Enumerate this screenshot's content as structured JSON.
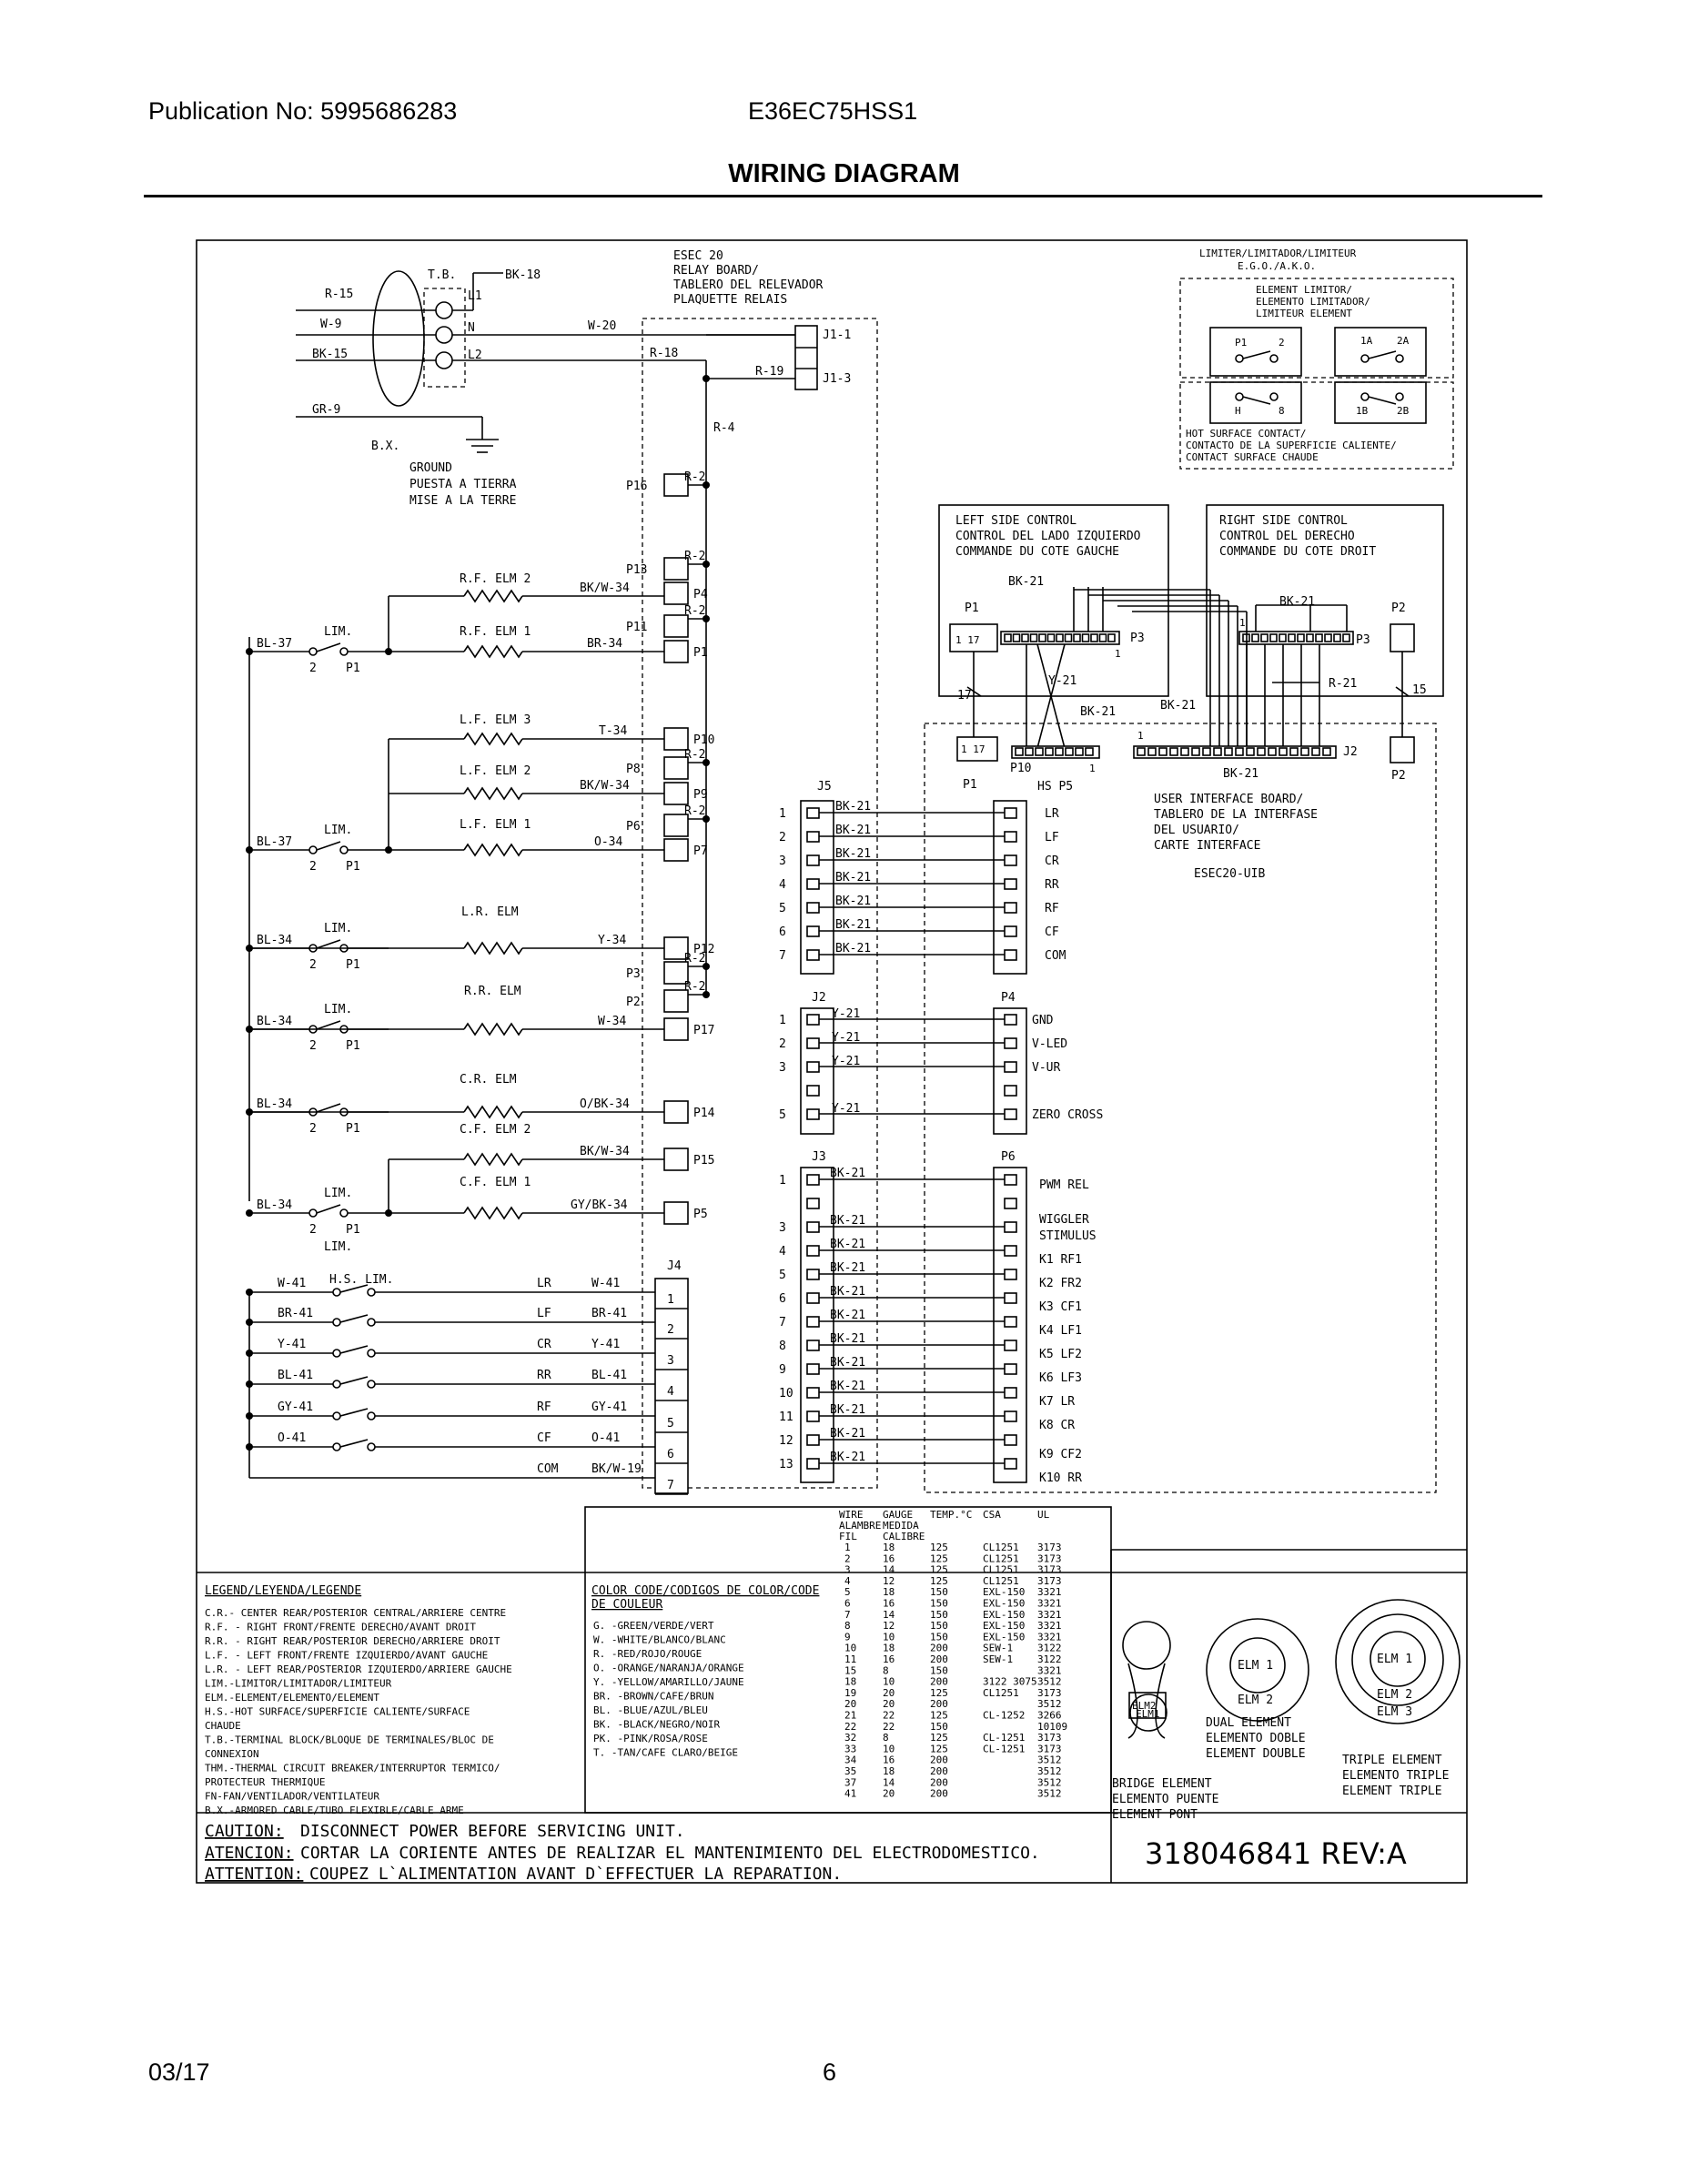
{
  "header": {
    "publication": "Publication No: 5995686283",
    "model": "E36EC75HSS1",
    "title": "WIRING DIAGRAM"
  },
  "footer": {
    "date": "03/17",
    "page": "6"
  },
  "diagram": {
    "top_left": {
      "tb": "T.B.",
      "bk18": "BK-18",
      "l1": "L1",
      "n": "N",
      "l2": "L2",
      "r15": "R-15",
      "w9": "W-9",
      "bk15": "BK-15",
      "gr9": "GR-9",
      "bx": "B.X.",
      "ground": [
        "GROUND",
        "PUESTA A TIERRA",
        "MISE A LA TERRE"
      ],
      "w20": "W-20",
      "r18": "R-18",
      "r19": "R-19",
      "r4": "R-4"
    },
    "relay_board": {
      "title": [
        "ESEC 20",
        "RELAY BOARD/",
        "TABLERO DEL RELEVADOR",
        "PLAQUETTE RELAIS"
      ],
      "j1_1": "J1-1",
      "j1_3": "J1-3",
      "r2": "R-2",
      "pins": [
        "P16",
        "P13",
        "P4",
        "P11",
        "P1",
        "P10",
        "P8",
        "P9",
        "P6",
        "P7",
        "P12",
        "P3",
        "P2",
        "P17",
        "P14",
        "P15",
        "P5"
      ]
    },
    "elements": {
      "rf2": "R.F. ELM 2",
      "rf1": "R.F. ELM 1",
      "lf3": "L.F. ELM 3",
      "lf2": "L.F. ELM 2",
      "lf1": "L.F. ELM 1",
      "lr": "L.R. ELM",
      "rr": "R.R. ELM",
      "cr": "C.R. ELM",
      "cf2": "C.F. ELM 2",
      "cf1": "C.F. ELM 1",
      "wires": [
        "BK/W-34",
        "BR-34",
        "T-34",
        "BK/W-34",
        "O-34",
        "Y-34",
        "W-34",
        "O/BK-34",
        "BK/W-34",
        "GY/BK-34"
      ],
      "bl37": "BL-37",
      "bl34": "BL-34",
      "lim": "LIM.",
      "two": "2",
      "p1": "P1",
      "hslim": "H.S. LIM."
    },
    "hs_limits": {
      "left_wires": [
        "W-41",
        "BR-41",
        "Y-41",
        "BL-41",
        "GY-41",
        "O-41"
      ],
      "mid_labels": [
        "LR",
        "LF",
        "CR",
        "RR",
        "RF",
        "CF",
        "COM"
      ],
      "right_wires": [
        "W-41",
        "BR-41",
        "Y-41",
        "BL-41",
        "GY-41",
        "O-41",
        "BK/W-19"
      ],
      "j4": "J4",
      "j4_pins": [
        "1",
        "2",
        "3",
        "4",
        "5",
        "6",
        "7"
      ]
    },
    "connectors": {
      "j5": "J5",
      "j5_pins": [
        "1",
        "2",
        "3",
        "4",
        "5",
        "6",
        "7"
      ],
      "bk21": "BK-21",
      "hs_p5": "HS P5",
      "p5_labels": [
        "LR",
        "LF",
        "CR",
        "RR",
        "RF",
        "CF",
        "COM"
      ],
      "j2": "J2",
      "j2_pins": [
        "1",
        "2",
        "3",
        "5"
      ],
      "y21": "Y-21",
      "p4": "P4",
      "p4_labels": [
        "GND",
        "V-LED",
        "V-UR",
        "ZERO CROSS"
      ],
      "j3": "J3",
      "j3_pins": [
        "1",
        "3",
        "4",
        "5",
        "6",
        "7",
        "8",
        "9",
        "10",
        "11",
        "12",
        "13"
      ],
      "p6": "P6",
      "p6_labels": [
        "PWM REL",
        "WIGGLER",
        "STIMULUS",
        "K1 RF1",
        "K2 FR2",
        "K3 CF1",
        "K4 LF1",
        "K5 LF2",
        "K6 LF3",
        "K7 LR",
        "K8 CR",
        "K9 CF2",
        "K10 RR"
      ]
    },
    "limiter": {
      "title": [
        "LIMITER/LIMITADOR/LIMITEUR",
        "E.G.O./A.K.O."
      ],
      "element": [
        "ELEMENT LIMITOR/",
        "ELEMENTO LIMITADOR/",
        "LIMITEUR ELEMENT"
      ],
      "pins": [
        "P1",
        "2",
        "1A",
        "2A",
        "H",
        "8",
        "1B",
        "2B"
      ],
      "hot": [
        "HOT SURFACE CONTACT/",
        "CONTACTO DE LA SUPERFICIE CALIENTE/",
        "CONTACT SURFACE CHAUDE"
      ]
    },
    "left_control": {
      "title": [
        "LEFT SIDE CONTROL",
        "CONTROL DEL LADO IZQUIERDO",
        "COMMANDE DU COTE GAUCHE"
      ],
      "bk21": "BK-21",
      "p1": "P1",
      "p1_pins": "1 17",
      "p3": "P3",
      "one": "1"
    },
    "right_control": {
      "title": [
        "RIGHT SIDE CONTROL",
        "CONTROL DEL DERECHO",
        "COMMANDE DU COTE DROIT"
      ],
      "bk21": "BK-21",
      "p2": "P2",
      "p3": "P3",
      "r21": "R-21",
      "fifteen": "15"
    },
    "uib": {
      "title": [
        "USER INTERFACE BOARD/",
        "TABLERO DE LA INTERFASE",
        "DEL USUARIO/",
        "CARTE INTERFACE"
      ],
      "model": "ESEC20-UIB",
      "j2": "J2",
      "p2": "P2",
      "p10": "P10",
      "p1": "P1",
      "bk21": "BK-21",
      "y21": "Y-21",
      "seventeen": "17",
      "pins": "1 17",
      "one": "1"
    },
    "legend": {
      "title": "LEGEND/LEYENDA/LEGENDE",
      "lines": [
        "C.R.- CENTER REAR/POSTERIOR CENTRAL/ARRIERE CENTRE",
        "R.F. - RIGHT FRONT/FRENTE DERECHO/AVANT DROIT",
        "R.R. - RIGHT REAR/POSTERIOR DERECHO/ARRIERE DROIT",
        "L.F. - LEFT FRONT/FRENTE IZQUIERDO/AVANT GAUCHE",
        "L.R. - LEFT REAR/POSTERIOR IZQUIERDO/ARRIERE GAUCHE",
        "LIM.-LIMITOR/LIMITADOR/LIMITEUR",
        "ELM.-ELEMENT/ELEMENTO/ELEMENT",
        "H.S.-HOT SURFACE/SUPERFICIE CALIENTE/SURFACE",
        "     CHAUDE",
        "T.B.-TERMINAL BLOCK/BLOQUE DE TERMINALES/BLOC DE",
        "     CONNEXION",
        "THM.-THERMAL CIRCUIT BREAKER/INTERRUPTOR TERMICO/",
        "     PROTECTEUR THERMIQUE",
        "FN-FAN/VENTILADOR/VENTILATEUR",
        "B.X.-ARMORED CABLE/TUBO FLEXIBLE/CABLE ARME"
      ]
    },
    "color_code": {
      "title": [
        "COLOR CODE/CODIGOS DE COLOR/CODE",
        "DE COULEUR"
      ],
      "lines": [
        "G. -GREEN/VERDE/VERT",
        "W. -WHITE/BLANCO/BLANC",
        "R. -RED/ROJO/ROUGE",
        "O. -ORANGE/NARANJA/ORANGE",
        "Y. -YELLOW/AMARILLO/JAUNE",
        "BR. -BROWN/CAFE/BRUN",
        "BL. -BLUE/AZUL/BLEU",
        "BK. -BLACK/NEGRO/NOIR",
        "PK. -PINK/ROSA/ROSE",
        "T. -TAN/CAFE CLARO/BEIGE"
      ]
    },
    "wire_table": {
      "header": [
        "WIRE",
        "GAUGE",
        "TEMP.°C",
        "CSA",
        "UL"
      ],
      "header2": [
        "ALAMBRE",
        "MEDIDA"
      ],
      "header3": [
        "FIL",
        "CALIBRE"
      ],
      "rows": [
        [
          "1",
          "18",
          "125",
          "CL1251",
          "3173"
        ],
        [
          "2",
          "16",
          "125",
          "CL1251",
          "3173"
        ],
        [
          "3",
          "14",
          "125",
          "CL1251",
          "3173"
        ],
        [
          "4",
          "12",
          "125",
          "CL1251",
          "3173"
        ],
        [
          "5",
          "18",
          "150",
          "EXL-150",
          "3321"
        ],
        [
          "6",
          "16",
          "150",
          "EXL-150",
          "3321"
        ],
        [
          "7",
          "14",
          "150",
          "EXL-150",
          "3321"
        ],
        [
          "8",
          "12",
          "150",
          "EXL-150",
          "3321"
        ],
        [
          "9",
          "10",
          "150",
          "EXL-150",
          "3321"
        ],
        [
          "10",
          "18",
          "200",
          "SEW-1",
          "3122"
        ],
        [
          "11",
          "16",
          "200",
          "SEW-1",
          "3122"
        ],
        [
          "15",
          "8",
          "150",
          "",
          "3321"
        ],
        [
          "18",
          "10",
          "200",
          "3122 3075",
          "3512"
        ],
        [
          "19",
          "20",
          "125",
          "CL1251",
          "3173"
        ],
        [
          "20",
          "20",
          "200",
          "",
          "3512"
        ],
        [
          "21",
          "22",
          "125",
          "CL-1252",
          "3266"
        ],
        [
          "22",
          "22",
          "150",
          "",
          "10109"
        ],
        [
          "32",
          "8",
          "125",
          "CL-1251",
          "3173"
        ],
        [
          "33",
          "10",
          "125",
          "CL-1251",
          "3173"
        ],
        [
          "34",
          "16",
          "200",
          "",
          "3512"
        ],
        [
          "35",
          "18",
          "200",
          "",
          "3512"
        ],
        [
          "37",
          "14",
          "200",
          "",
          "3512"
        ],
        [
          "41",
          "20",
          "200",
          "",
          "3512"
        ]
      ]
    },
    "burners": {
      "bridge": [
        "BRIDGE ELEMENT",
        "ELEMENTO PUENTE",
        "ELEMENT PONT"
      ],
      "bridge_elms": [
        "ELM2",
        "ELM1"
      ],
      "dual": [
        "DUAL ELEMENT",
        "ELEMENTO DOBLE",
        "ELEMENT DOUBLE"
      ],
      "dual_elms": [
        "ELM 1",
        "ELM 2"
      ],
      "triple": [
        "TRIPLE ELEMENT",
        "ELEMENTO TRIPLE",
        "ELEMENT TRIPLE"
      ],
      "triple_elms": [
        "ELM 1",
        "ELM 2",
        "ELM 3"
      ]
    },
    "caution": [
      [
        "CAUTION:",
        " DISCONNECT POWER BEFORE SERVICING UNIT."
      ],
      [
        "ATENCION:",
        "CORTAR LA CORIENTE ANTES DE REALIZAR EL MANTENIMIENTO DEL ELECTRODOMESTICO."
      ],
      [
        "ATTENTION:",
        "COUPEZ L`ALIMENTATION AVANT D`EFFECTUER LA REPARATION."
      ]
    ],
    "part_number": "318046841 REV:A"
  }
}
